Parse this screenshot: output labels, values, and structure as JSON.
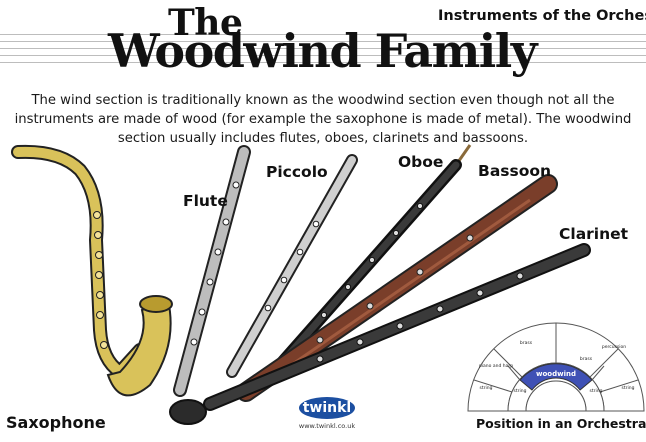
{
  "header": {
    "tag": "Instruments of the Orchestra",
    "title_small": "The",
    "title_main": "Woodwind Family"
  },
  "intro": "The wind section is traditionally known as the woodwind section even though not all the instruments are made of wood (for example the saxophone is made of metal). The woodwind section usually includes flutes, oboes, clarinets and bassoons.",
  "labels": {
    "flute": "Flute",
    "piccolo": "Piccolo",
    "oboe": "Oboe",
    "bassoon": "Bassoon",
    "clarinet": "Clarinet",
    "saxophone": "Saxophone",
    "position": "Position in an Orchestra"
  },
  "orchestra_diagram": {
    "inner": "woodwind",
    "middle": [
      "brass",
      "brass"
    ],
    "outer": [
      "piano and harp",
      "percussion",
      "string",
      "string",
      "string",
      "string"
    ],
    "highlight_color": "#3f51b5"
  },
  "logo": {
    "word": "twinkl",
    "url": "www.twinkl.co.uk",
    "color": "#1c4fa1"
  }
}
